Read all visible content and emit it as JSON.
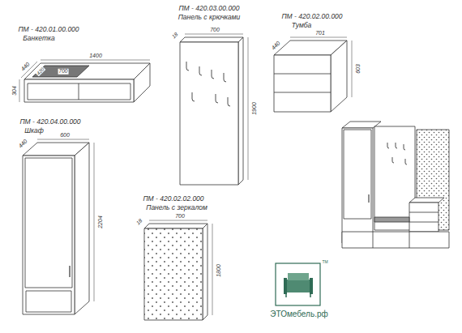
{
  "diagram": {
    "labels": [
      "ПМ - 420.01.00.000",
      "Банкетка",
      "1400",
      "440",
      "304",
      "700",
      "420",
      "ПМ - 420.03.00.000",
      "Панель с крючками",
      "700",
      "18",
      "1900",
      "ПМ - 420.02.00.000",
      "Тумба",
      "701",
      "440",
      "603",
      "ПМ - 420.04.00.000",
      "Шкаф",
      "600",
      "440",
      "2204",
      "ПМ - 420.02.02.000",
      "Панель с зеркалом",
      "700",
      "18",
      "1800",
      "ЭТОмебель.рф",
      "TM"
    ]
  }
}
